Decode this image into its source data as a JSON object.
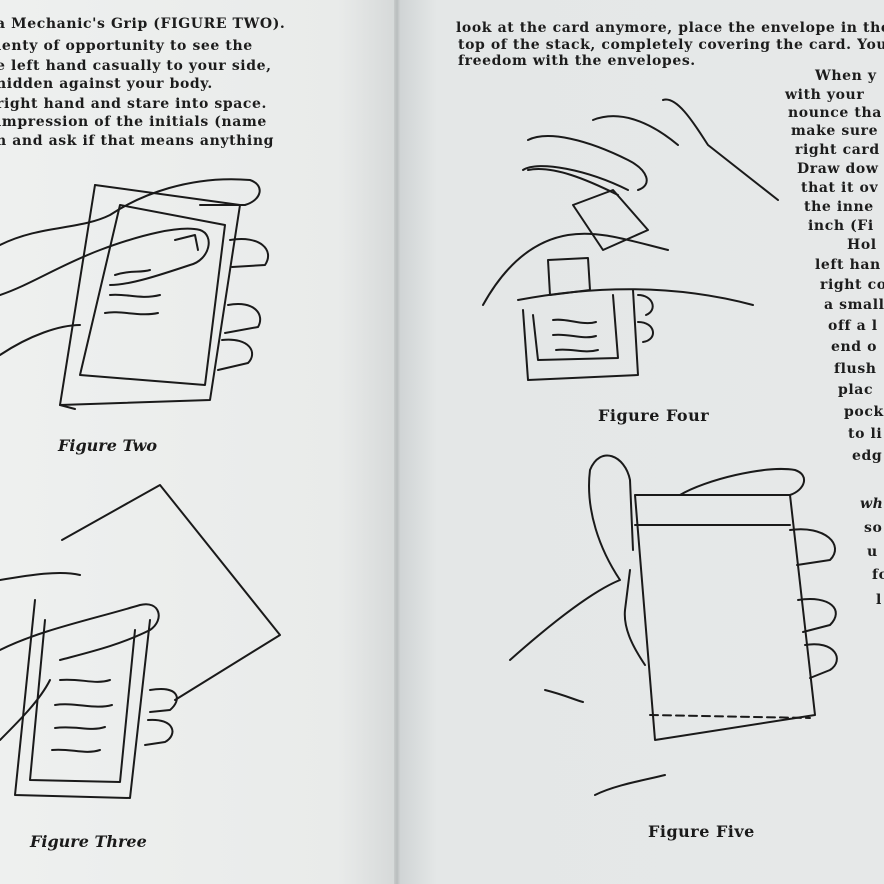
{
  "left_page": {
    "text_lines": [
      "a Mechanic's Grip (FIGURE TWO).",
      "lenty of opportunity to see the",
      "e left hand casually to your side,",
      "hidden against your body.",
      "right hand and stare into space.",
      "impression of the initials (name",
      "n and ask if that means anything"
    ],
    "captions": {
      "figure_two": "Figure Two",
      "figure_three": "Figure Three"
    }
  },
  "right_page": {
    "text_lines": [
      "look at the card anymore, place the envelope in the",
      "top of the stack, completely covering the card. You",
      "freedom with the envelopes."
    ],
    "column_lines": [
      "When y",
      "with your",
      "nounce tha",
      "make sure",
      "right card",
      "Draw dow",
      "that it ov",
      "the inne",
      "inch (Fi",
      "Hol",
      "left han",
      "right co",
      "a small",
      "off a l",
      "end o",
      "flush",
      "plac",
      "pock",
      "to li",
      "edg"
    ],
    "italic_lines": [
      "wh",
      "so",
      "u",
      "fo",
      "l"
    ],
    "captions": {
      "figure_four": "Figure Four",
      "figure_five": "Figure Five"
    }
  }
}
